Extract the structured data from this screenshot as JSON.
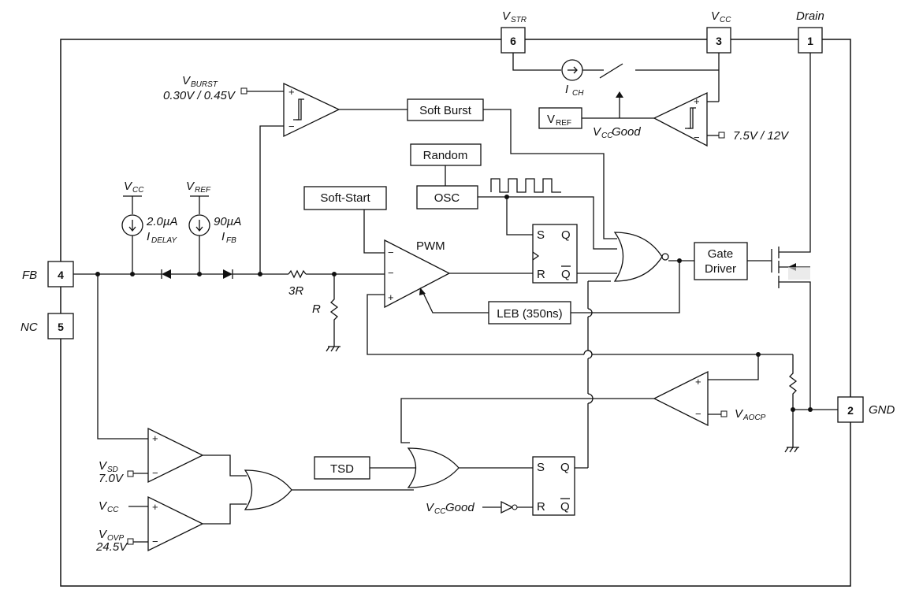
{
  "pins": {
    "vstr": {
      "number": "6",
      "name": "V",
      "sub": "STR"
    },
    "vcc": {
      "number": "3",
      "name": "V",
      "sub": "CC"
    },
    "drain": {
      "number": "1",
      "name": "Drain"
    },
    "fb": {
      "number": "4",
      "name": "FB"
    },
    "nc": {
      "number": "5",
      "name": "NC"
    },
    "gnd": {
      "number": "2",
      "name": "GND"
    }
  },
  "blocks": {
    "soft_burst": "Soft Burst",
    "vref_box": {
      "name": "V",
      "sub": "REF"
    },
    "random": "Random",
    "osc": "OSC",
    "soft_start": "Soft-Start",
    "pwm": "PWM",
    "gate_driver_1": "Gate",
    "gate_driver_2": "Driver",
    "leb": "LEB (350ns)",
    "tsd": "TSD"
  },
  "labels": {
    "vburst": {
      "name": "V",
      "sub": "BURST",
      "value": "0.30V / 0.45V"
    },
    "ich": {
      "name": "I",
      "sub": "CH"
    },
    "vcc_good_top": {
      "name": "V",
      "sub": "CC",
      "suffix": " Good"
    },
    "uvlo": "7.5V / 12V",
    "vcc_src": {
      "name": "V",
      "sub": "CC"
    },
    "vref_src": {
      "name": "V",
      "sub": "REF"
    },
    "idelay": {
      "value": "2.0µA",
      "name": "I",
      "sub": "DELAY"
    },
    "ifb": {
      "value": "90µA",
      "name": "I",
      "sub": "FB"
    },
    "r3": "3R",
    "r": "R",
    "vsd": {
      "name": "V",
      "sub": "SD",
      "value": "7.0V"
    },
    "vcc_ovp": {
      "name": "V",
      "sub": "CC"
    },
    "vovp": {
      "name": "V",
      "sub": "OVP",
      "value": "24.5V"
    },
    "vaocp": {
      "name": "V",
      "sub": "AOCP"
    },
    "vcc_good_bot": {
      "name": "V",
      "sub": "CC",
      "suffix": " Good"
    }
  },
  "latch1": {
    "s": "S",
    "r": "R",
    "q": "Q",
    "qbar": "Q"
  },
  "latch2": {
    "s": "S",
    "r": "R",
    "q": "Q",
    "qbar": "Q"
  },
  "signs": {
    "plus": "+",
    "minus": "−"
  }
}
